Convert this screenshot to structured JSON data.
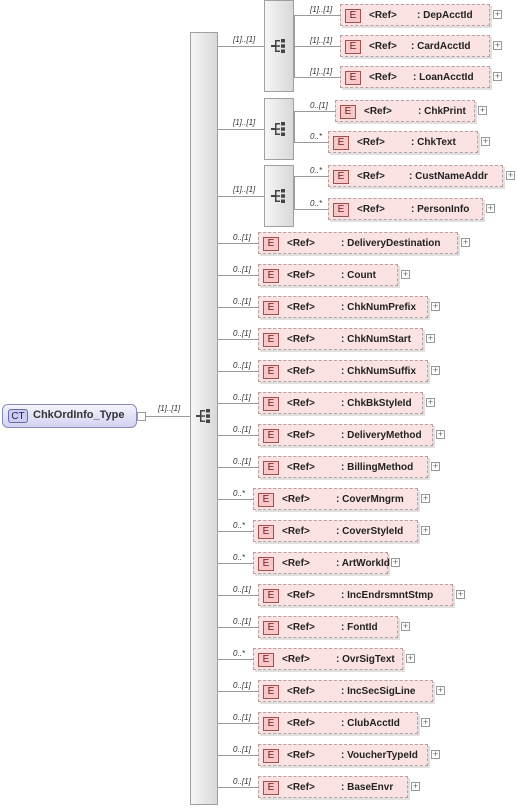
{
  "root": {
    "tag": "CT",
    "name": "ChkOrdInfo_Type",
    "cardinality": "[1]..[1]"
  },
  "groups": [
    {
      "cardinality": "[1]..[1]",
      "items": [
        {
          "name": "DepAcctId",
          "ref": "<Ref>",
          "tag": "E",
          "card": "[1]..[1]"
        },
        {
          "name": "CardAcctId",
          "ref": "<Ref>",
          "tag": "E",
          "card": "[1]..[1]"
        },
        {
          "name": "LoanAcctId",
          "ref": "<Ref>",
          "tag": "E",
          "card": "[1]..[1]"
        }
      ]
    },
    {
      "cardinality": "[1]..[1]",
      "items": [
        {
          "name": "ChkPrint",
          "ref": "<Ref>",
          "tag": "E",
          "card": "0..[1]"
        },
        {
          "name": "ChkText",
          "ref": "<Ref>",
          "tag": "E",
          "card": "0..*"
        }
      ]
    },
    {
      "cardinality": "[1]..[1]",
      "items": [
        {
          "name": "CustNameAddr",
          "ref": "<Ref>",
          "tag": "E",
          "card": "0..*"
        },
        {
          "name": "PersonInfo",
          "ref": "<Ref>",
          "tag": "E",
          "card": "0..*"
        }
      ]
    }
  ],
  "elements": [
    {
      "name": "DeliveryDestination",
      "ref": "<Ref>",
      "tag": "E",
      "card": "0..[1]"
    },
    {
      "name": "Count",
      "ref": "<Ref>",
      "tag": "E",
      "card": "0..[1]"
    },
    {
      "name": "ChkNumPrefix",
      "ref": "<Ref>",
      "tag": "E",
      "card": "0..[1]"
    },
    {
      "name": "ChkNumStart",
      "ref": "<Ref>",
      "tag": "E",
      "card": "0..[1]"
    },
    {
      "name": "ChkNumSuffix",
      "ref": "<Ref>",
      "tag": "E",
      "card": "0..[1]"
    },
    {
      "name": "ChkBkStyleId",
      "ref": "<Ref>",
      "tag": "E",
      "card": "0..[1]"
    },
    {
      "name": "DeliveryMethod",
      "ref": "<Ref>",
      "tag": "E",
      "card": "0..[1]"
    },
    {
      "name": "BillingMethod",
      "ref": "<Ref>",
      "tag": "E",
      "card": "0..[1]"
    },
    {
      "name": "CoverMngrm",
      "ref": "<Ref>",
      "tag": "E",
      "card": "0..*"
    },
    {
      "name": "CoverStyleId",
      "ref": "<Ref>",
      "tag": "E",
      "card": "0..*"
    },
    {
      "name": "ArtWorkId",
      "ref": "<Ref>",
      "tag": "E",
      "card": "0..*"
    },
    {
      "name": "IncEndrsmntStmp",
      "ref": "<Ref>",
      "tag": "E",
      "card": "0..[1]"
    },
    {
      "name": "FontId",
      "ref": "<Ref>",
      "tag": "E",
      "card": "0..[1]"
    },
    {
      "name": "OvrSigText",
      "ref": "<Ref>",
      "tag": "E",
      "card": "0..*"
    },
    {
      "name": "IncSecSigLine",
      "ref": "<Ref>",
      "tag": "E",
      "card": "0..[1]"
    },
    {
      "name": "ClubAcctId",
      "ref": "<Ref>",
      "tag": "E",
      "card": "0..[1]"
    },
    {
      "name": "VoucherTypeId",
      "ref": "<Ref>",
      "tag": "E",
      "card": "0..[1]"
    },
    {
      "name": "BaseEnvr",
      "ref": "<Ref>",
      "tag": "E",
      "card": "0..[1]"
    }
  ],
  "colors": {
    "element_fill": "#fbe3e3",
    "element_border": "#b8a0a0",
    "tag_fill": "#f8c8c8",
    "ct_fill": "#d2d2f0",
    "connector": "#9a9a9a"
  },
  "icons": {
    "sequence": "sequence-compositor-icon",
    "expand": "expand-plus-icon"
  }
}
